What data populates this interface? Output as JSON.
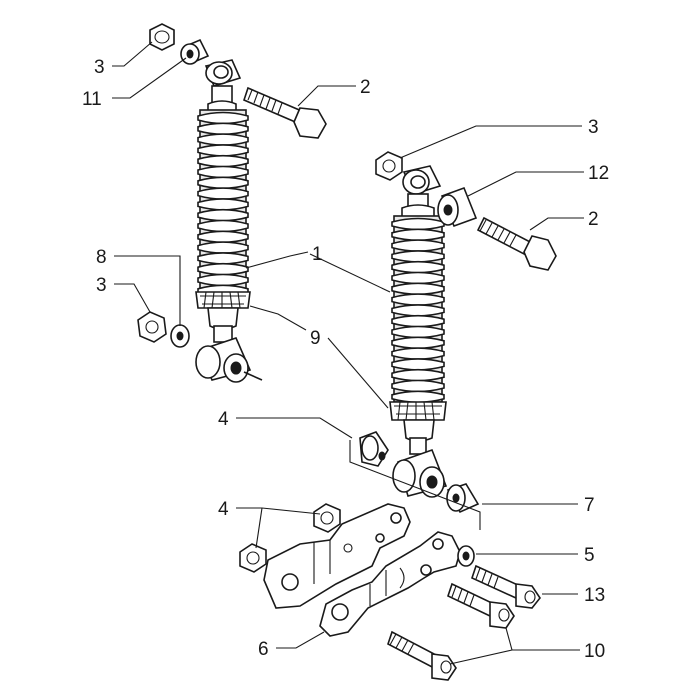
{
  "labels": {
    "l1": "1",
    "l2a": "2",
    "l2b": "2",
    "l3a": "3",
    "l3b": "3",
    "l3c": "3",
    "l4a": "4",
    "l4b": "4",
    "l5": "5",
    "l6": "6",
    "l7": "7",
    "l8": "8",
    "l9": "9",
    "l10": "10",
    "l11": "11",
    "l12": "12",
    "l13": "13"
  }
}
